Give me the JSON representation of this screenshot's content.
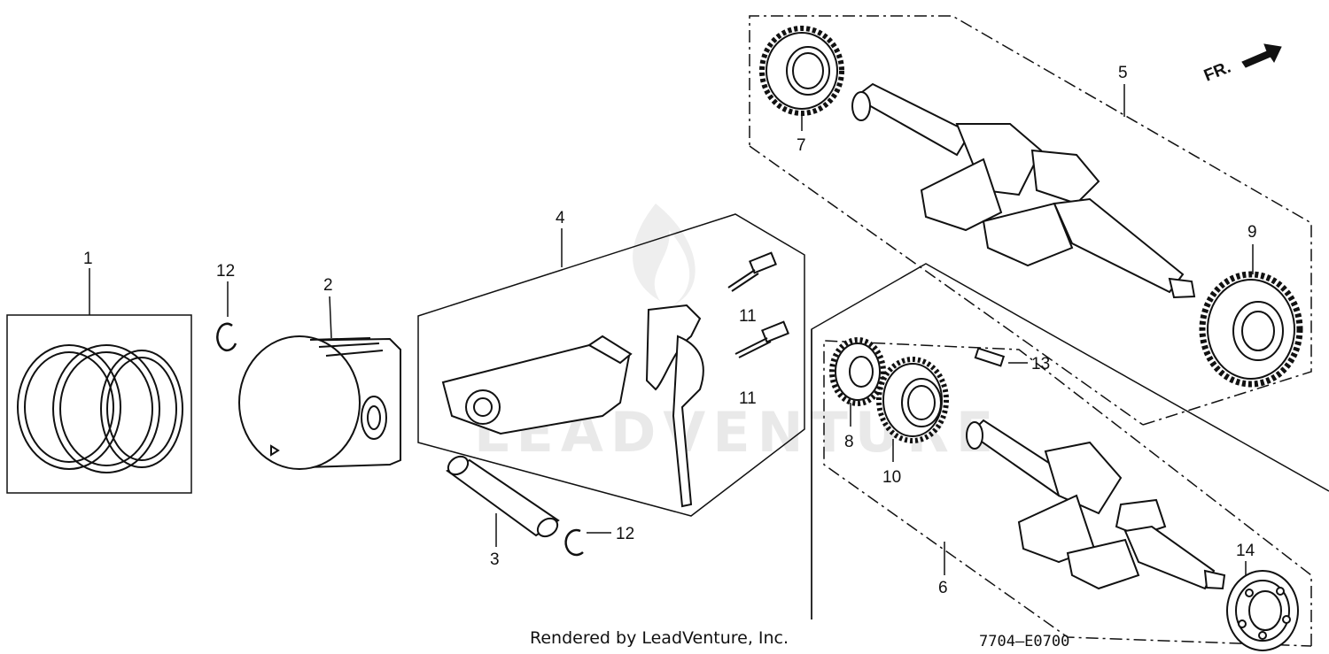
{
  "watermark": "LEADVENTURE",
  "footer": {
    "rendered_by": "Rendered by LeadVenture, Inc.",
    "code": "7704—E0700"
  },
  "direction": {
    "label": "FR.",
    "icon": "arrow-icon"
  },
  "callouts": {
    "n1": "1",
    "n2": "2",
    "n3": "3",
    "n4": "4",
    "n5": "5",
    "n6": "6",
    "n7": "7",
    "n8": "8",
    "n9": "9",
    "n10": "10",
    "n11a": "11",
    "n11b": "11",
    "n12a": "12",
    "n12b": "12",
    "n13": "13",
    "n14": "14"
  }
}
